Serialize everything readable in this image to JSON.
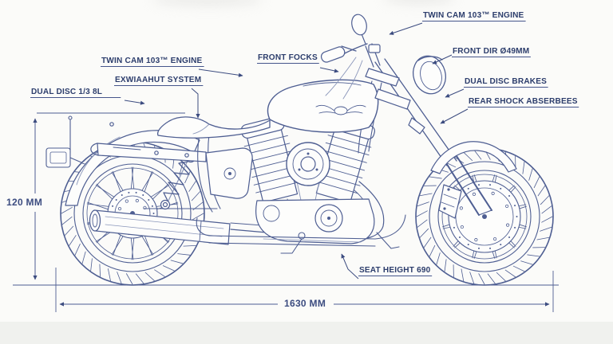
{
  "colors": {
    "background": "#fbfbf9",
    "ink": "#4e5e92",
    "ink_light": "#8a96ba",
    "label": "#2c3d6c",
    "dimension": "#3c4c80"
  },
  "callouts": {
    "twin_cam_left": "TWIN CAM 103™ ENGINE",
    "exhaust_system": "EXWIAAHUT SYSTEM",
    "dual_disc_front": "DUAL DISC 1/3 8L",
    "front_forks": "FRONT FOCKS",
    "twin_cam_right": "TWIN CAM 103™ ENGINE",
    "front_fork_diameter": "FRONT DIR Ø49MM",
    "dual_disc_brakes": "DUAL DISC BRAKES",
    "rear_shock_absorbers": "REAR SHOCK ABSERBEES",
    "seat_height": "SEAT HEIGHT 690"
  },
  "dimensions": {
    "overall_height": "120 MM",
    "overall_length": "1630 MM"
  }
}
